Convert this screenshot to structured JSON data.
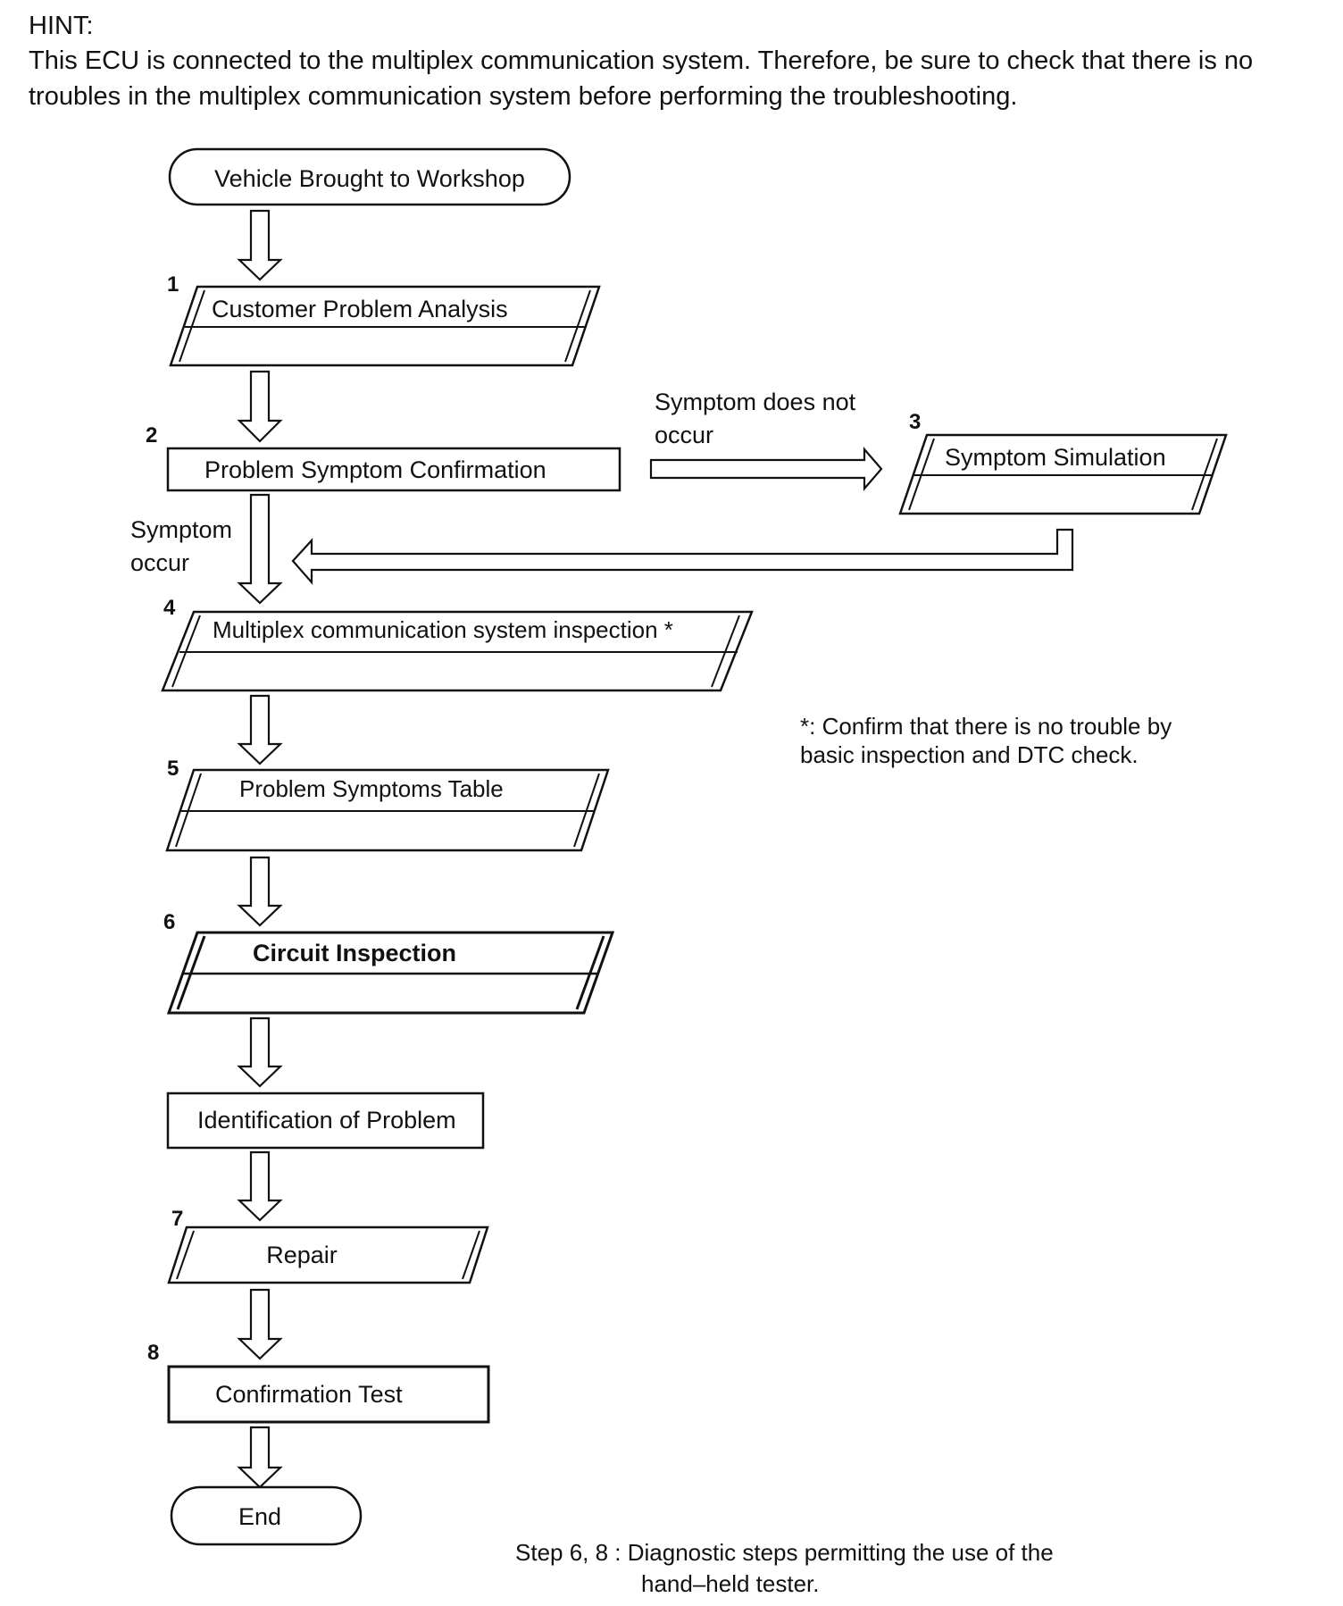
{
  "hint": {
    "title": "HINT:",
    "text": "This ECU is connected to the multiplex communication system. Therefore, be sure to check that there is no troubles in the multiplex communication system before performing the troubleshooting."
  },
  "flowchart": {
    "start": "Vehicle Brought to Workshop",
    "steps": {
      "s1": {
        "number": "1",
        "label": "Customer Problem Analysis"
      },
      "s2": {
        "number": "2",
        "label": "Problem Symptom Confirmation"
      },
      "s3": {
        "number": "3",
        "label": "Symptom Simulation"
      },
      "s4": {
        "number": "4",
        "label": "Multiplex communication system inspection *"
      },
      "s5": {
        "number": "5",
        "label": "Problem Symptoms Table"
      },
      "s6": {
        "number": "6",
        "label": "Circuit Inspection"
      },
      "id": {
        "number": "",
        "label": "Identification of Problem"
      },
      "s7": {
        "number": "7",
        "label": "Repair"
      },
      "s8": {
        "number": "8",
        "label": "Confirmation Test"
      }
    },
    "end": "End",
    "branch_no": [
      "Symptom does not",
      "occur"
    ],
    "branch_yes": [
      "Symptom",
      "occur"
    ]
  },
  "notes": {
    "asterisk": [
      "*: Confirm that there is no trouble by",
      "basic inspection and DTC check."
    ],
    "steps": [
      "Step 6, 8 : Diagnostic steps permitting the use of the",
      "hand–held tester."
    ]
  }
}
